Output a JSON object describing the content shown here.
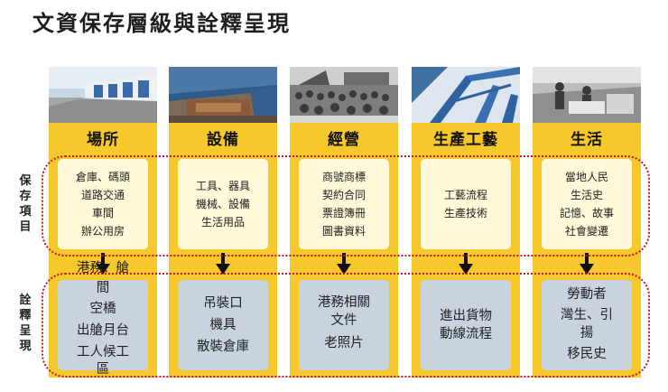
{
  "title": "文資保存層級與詮釋呈現",
  "side_labels": {
    "preserve": [
      "保",
      "存",
      "項",
      "目"
    ],
    "interpret": [
      "詮",
      "釋",
      "呈",
      "現"
    ]
  },
  "columns": [
    {
      "title": "場所",
      "preserve_items": [
        "倉庫、碼頭",
        "道路交通",
        "車間",
        "辦公用房"
      ],
      "interpret_items": [
        "港務、艙",
        "間",
        "空橋",
        "出艙月台",
        "工人候工",
        "區"
      ]
    },
    {
      "title": "設備",
      "preserve_items": [
        "工具、器具",
        "機械、設備",
        "生活用品"
      ],
      "interpret_items": [
        "吊裝口",
        "機具",
        "散裝倉庫"
      ]
    },
    {
      "title": "經營",
      "preserve_items": [
        "商號商標",
        "契約合同",
        "票證簿冊",
        "圖書資料"
      ],
      "interpret_items": [
        "港務相關",
        "文件",
        "老照片"
      ]
    },
    {
      "title": "生產工藝",
      "preserve_items": [
        "工藝流程",
        "生產技術"
      ],
      "interpret_items": [
        "進出貨物",
        "動線流程"
      ]
    },
    {
      "title": "生活",
      "preserve_items": [
        "當地人民",
        "生活史",
        "記憶、故事",
        "社會變遷"
      ],
      "interpret_items": [
        "勞動者",
        "灣生、引",
        "揚",
        "移民史"
      ]
    }
  ],
  "colors": {
    "column_bg": "#f7c82b",
    "preserve_box": "#fff8d9",
    "interpret_box": "#c9d3dd",
    "dotted_outline": "#c0191f"
  }
}
